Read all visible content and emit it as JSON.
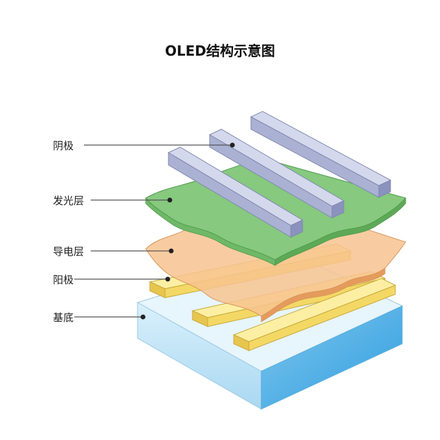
{
  "title": "OLED结构示意图",
  "layers": [
    {
      "key": "cathode",
      "label": "阴极"
    },
    {
      "key": "emissive",
      "label": "发光层"
    },
    {
      "key": "conductive",
      "label": "导电层"
    },
    {
      "key": "anode",
      "label": "阳极"
    },
    {
      "key": "substrate",
      "label": "基底"
    }
  ],
  "colors": {
    "cathode": "#b9c0dd",
    "emissive": "#7cc47a",
    "conductive": "#f4b97e",
    "anode": "#f7e27c",
    "substrate": "#cfe9f7",
    "leader": "#555555"
  }
}
